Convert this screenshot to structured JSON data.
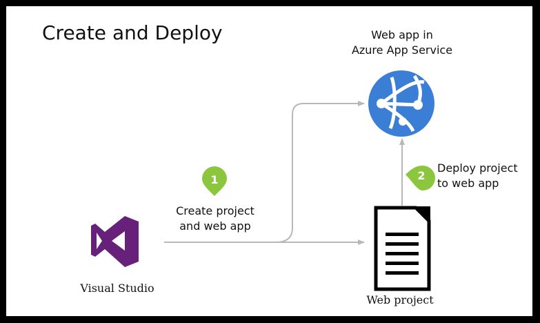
{
  "diagram": {
    "title": "Create and Deploy",
    "nodes": {
      "web_app": {
        "label_line1": "Web app in",
        "label_line2": "Azure App Service",
        "icon": "azure-web-app-globe-icon"
      },
      "visual_studio": {
        "label": "Visual Studio",
        "icon": "visual-studio-logo-icon"
      },
      "web_project": {
        "label": "Web project",
        "icon": "document-icon"
      }
    },
    "steps": [
      {
        "number": "1",
        "label_line1": "Create project",
        "label_line2": "and web app"
      },
      {
        "number": "2",
        "label_line1": "Deploy project",
        "label_line2": "to web app"
      }
    ],
    "colors": {
      "step_marker": "#8cc63f",
      "visual_studio": "#68217a",
      "azure_globe": "#3a7fd5",
      "arrow": "#b8b8b8",
      "border": "#000000"
    }
  }
}
